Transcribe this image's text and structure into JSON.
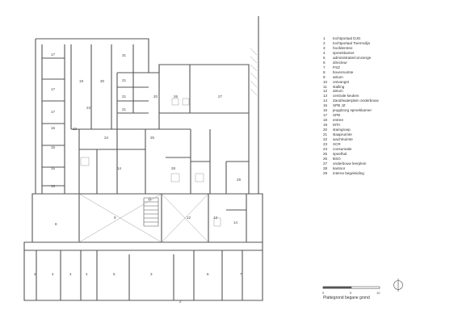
{
  "legend": [
    {
      "num": "1",
      "label": "tochtportaal DJG"
    },
    {
      "num": "2",
      "label": "tochtportaal Toermolijn"
    },
    {
      "num": "3",
      "label": "hoofdentree"
    },
    {
      "num": "4",
      "label": "spreekkamer"
    },
    {
      "num": "5",
      "label": "administratie/concierge"
    },
    {
      "num": "6",
      "label": "directeur"
    },
    {
      "num": "7",
      "label": "PSZ"
    },
    {
      "num": "8",
      "label": "bovenruimte"
    },
    {
      "num": "9",
      "label": "atrium"
    },
    {
      "num": "10",
      "label": "ontvangst"
    },
    {
      "num": "11",
      "label": "stalling"
    },
    {
      "num": "12",
      "label": "atrium"
    },
    {
      "num": "13",
      "label": "centrale keuken"
    },
    {
      "num": "14",
      "label": "Zand/waterplein onderbouw"
    },
    {
      "num": "15",
      "label": "SPB JZ"
    },
    {
      "num": "16",
      "label": "jeugdzorg spreekkamer"
    },
    {
      "num": "17",
      "label": "SPB"
    },
    {
      "num": "18",
      "label": "entree"
    },
    {
      "num": "19",
      "label": "MTA"
    },
    {
      "num": "20",
      "label": "stamgroep"
    },
    {
      "num": "21",
      "label": "slaapruimte"
    },
    {
      "num": "22",
      "label": "wachtruimte"
    },
    {
      "num": "23",
      "label": "SCR"
    },
    {
      "num": "24",
      "label": "consumatie"
    },
    {
      "num": "25",
      "label": "speelhal"
    },
    {
      "num": "26",
      "label": "BSO"
    },
    {
      "num": "27",
      "label": "onderbouw leerplein"
    },
    {
      "num": "28",
      "label": "kantoor"
    },
    {
      "num": "29",
      "label": "interne begeleiding"
    }
  ],
  "caption": "Plattegrond begane grond",
  "scale": {
    "marks": [
      "0",
      "5",
      "10"
    ]
  },
  "rooms": [
    {
      "id": "17a",
      "text": "17"
    },
    {
      "id": "17b",
      "text": "17"
    },
    {
      "id": "17c",
      "text": "17"
    },
    {
      "id": "16",
      "text": "16"
    },
    {
      "id": "15a",
      "text": "15"
    },
    {
      "id": "15b",
      "text": "15"
    },
    {
      "id": "13",
      "text": "13"
    },
    {
      "id": "19",
      "text": "19"
    },
    {
      "id": "30",
      "text": "30"
    },
    {
      "id": "31",
      "text": "31"
    },
    {
      "id": "21a",
      "text": "21"
    },
    {
      "id": "21b",
      "text": "21"
    },
    {
      "id": "21c",
      "text": "21"
    },
    {
      "id": "20",
      "text": "20"
    },
    {
      "id": "26",
      "text": "26"
    },
    {
      "id": "27",
      "text": "27"
    },
    {
      "id": "22",
      "text": "22"
    },
    {
      "id": "23",
      "text": "23"
    },
    {
      "id": "24",
      "text": "24"
    },
    {
      "id": "25",
      "text": "25"
    },
    {
      "id": "14a",
      "text": "14"
    },
    {
      "id": "28",
      "text": "28"
    },
    {
      "id": "29",
      "text": "29"
    },
    {
      "id": "8",
      "text": "8"
    },
    {
      "id": "9",
      "text": "9"
    },
    {
      "id": "11",
      "text": "11"
    },
    {
      "id": "12",
      "text": "12"
    },
    {
      "id": "13b",
      "text": "13"
    },
    {
      "id": "14b",
      "text": "14"
    },
    {
      "id": "4a",
      "text": "4"
    },
    {
      "id": "4b",
      "text": "4"
    },
    {
      "id": "4c",
      "text": "4"
    },
    {
      "id": "4d",
      "text": "4"
    },
    {
      "id": "5",
      "text": "5"
    },
    {
      "id": "3",
      "text": "3"
    },
    {
      "id": "6",
      "text": "6"
    },
    {
      "id": "7",
      "text": "7"
    },
    {
      "id": "2",
      "text": "2"
    }
  ],
  "colors": {
    "line": "#555555",
    "thin": "#9a9a9a",
    "bg": "#ffffff"
  }
}
